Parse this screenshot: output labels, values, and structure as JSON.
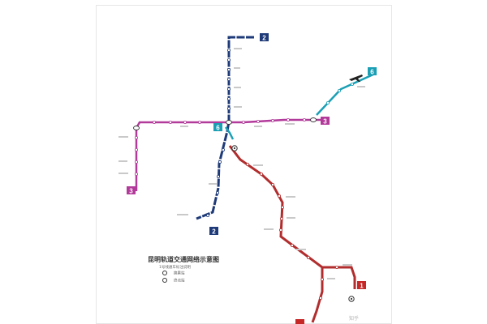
{
  "map": {
    "title": "昆明轨道交通网络示意图",
    "subtitle": "1号线通车标注说明",
    "legend": [
      {
        "label": "换乘站"
      },
      {
        "label": "终点站"
      }
    ],
    "lines": [
      {
        "badge": "1",
        "color": "#b22d2d"
      },
      {
        "badge": "2",
        "color": "#1e3a78"
      },
      {
        "badge": "3",
        "color": "#b23a9a"
      },
      {
        "badge": "6",
        "color": "#1a9fb5"
      }
    ],
    "airport_icon": "airplane-icon",
    "watermark": "知乎"
  }
}
